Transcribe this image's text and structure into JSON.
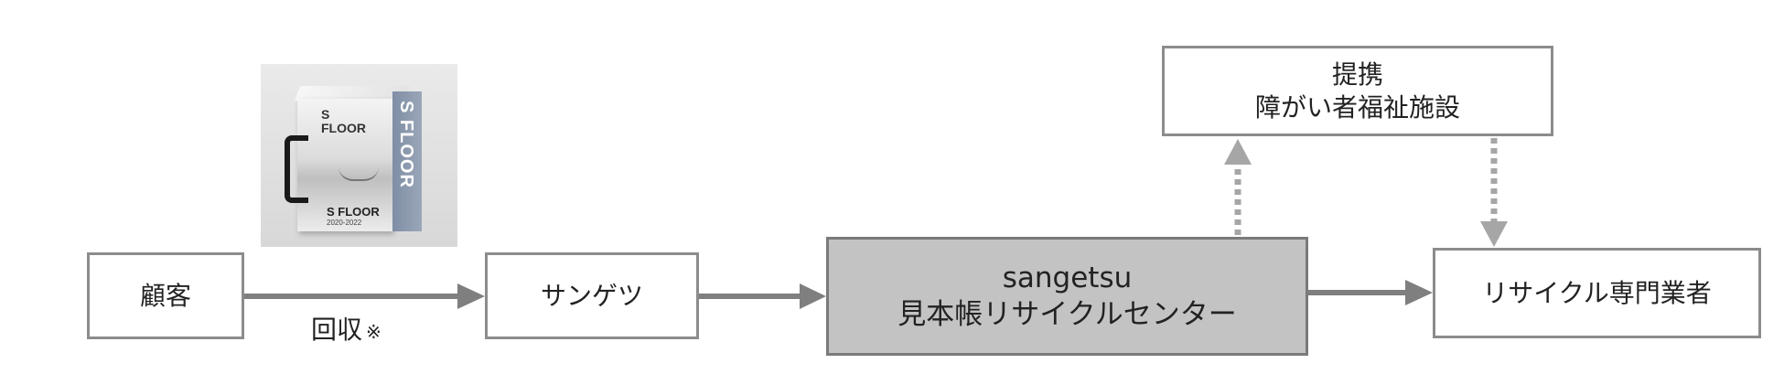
{
  "nodes": {
    "customer": "顧客",
    "sangetsu": "サンゲツ",
    "center_line1": "sangetsu",
    "center_line2": "見本帳リサイクルセンター",
    "recycler": "リサイクル専門業者",
    "partner_line1": "提携",
    "partner_line2": "障がい者福祉施設"
  },
  "edges": {
    "collect_label": "回収",
    "collect_note": "※"
  },
  "image": {
    "spine_text": "S FLOOR",
    "front_logo_line1": "S",
    "front_logo_line2": "FLOOR",
    "front_title": "S FLOOR",
    "front_year": "2020-2022"
  },
  "colors": {
    "solid_arrow": "#7f7f7f",
    "dotted_arrow": "#a6a6a6",
    "box_border": "#8c8c8c",
    "center_fill": "#c3c3c3"
  }
}
